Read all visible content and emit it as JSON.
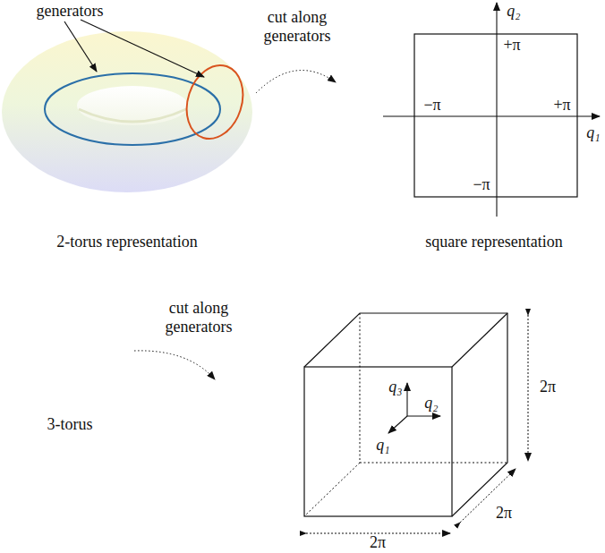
{
  "diagram": {
    "labels": [
      "generators",
      "cut along generators",
      "+π",
      "−π",
      "+π",
      "−π",
      "q₁",
      "q₂",
      "2-torus representation",
      "square representation",
      "cut along generators",
      "3-torus",
      "q₃",
      "q₂",
      "q₁",
      "2π",
      "2π",
      "2π"
    ]
  }
}
